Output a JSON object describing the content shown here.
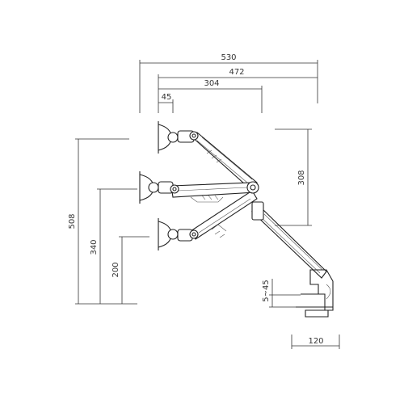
{
  "dimensions": {
    "overall_reach": "530",
    "mid_reach": "472",
    "arm_reach": "304",
    "offset": "45",
    "vertical_travel": "308",
    "total_height": "508",
    "mid_height": "340",
    "low_height": "200",
    "desk_clamp_thickness": "5~45",
    "base_width": "120"
  },
  "colors": {
    "line": "#222222",
    "background": "#ffffff"
  }
}
